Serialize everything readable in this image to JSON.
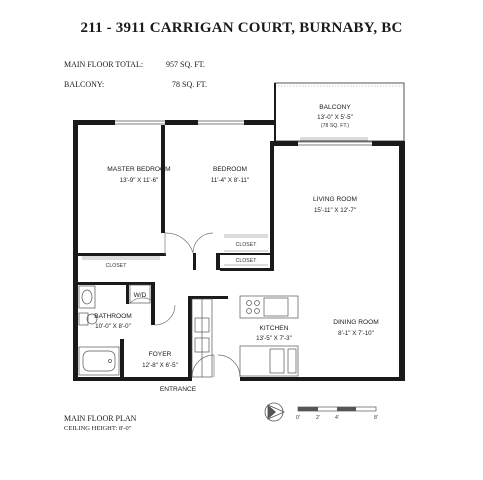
{
  "title": "211 - 3911 CARRIGAN COURT, BURNABY, BC",
  "areas": {
    "main_floor_label": "MAIN FLOOR TOTAL:",
    "main_floor_value": "957 SQ. FT.",
    "balcony_label": "BALCONY:",
    "balcony_value": "78 SQ. FT."
  },
  "rooms": {
    "master_bedroom": {
      "name": "MASTER BEDROOM",
      "dims": "13'-9\" X 11'-6\""
    },
    "bedroom": {
      "name": "BEDROOM",
      "dims": "11'-4\" X 8'-11\""
    },
    "balcony": {
      "name": "BALCONY",
      "dims": "13'-0\" X 5'-5\"",
      "area": "(78 SQ. FT.)"
    },
    "living_room": {
      "name": "LIVING ROOM",
      "dims": "15'-11\" X 12'-7\""
    },
    "closet_1": {
      "name": "CLOSET"
    },
    "closet_2": {
      "name": "CLOSET"
    },
    "closet_3": {
      "name": "CLOSET"
    },
    "wd": {
      "name": "W/D"
    },
    "bathroom": {
      "name": "BATHROOM",
      "dims": "10'-0\" X 8'-0\""
    },
    "kitchen": {
      "name": "KITCHEN",
      "dims": "13'-5\" X 7'-3\""
    },
    "dining_room": {
      "name": "DINING ROOM",
      "dims": "8'-1\" X 7'-10\""
    },
    "foyer": {
      "name": "FOYER",
      "dims": "12'-8\" X 6'-5\""
    },
    "entrance": {
      "name": "ENTRANCE"
    }
  },
  "footer": {
    "plan_label": "MAIN FLOOR PLAN",
    "ceiling_label": "CEILING HEIGHT: 8'-0\""
  },
  "scale_bar": {
    "ticks": [
      "0'",
      "2'",
      "4'",
      "8'"
    ]
  },
  "colors": {
    "wall": "#1a1a1a",
    "line": "#555555",
    "background": "#ffffff"
  }
}
